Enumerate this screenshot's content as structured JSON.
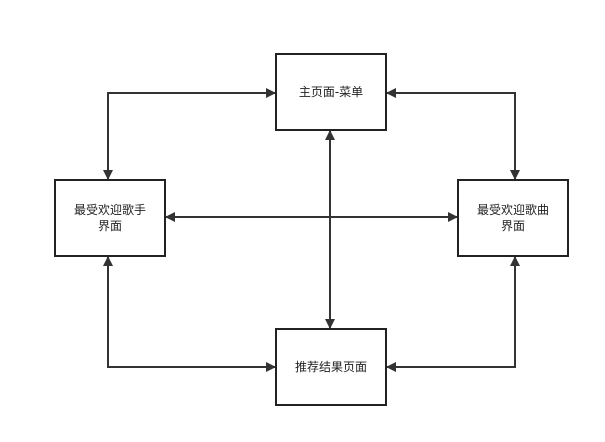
{
  "nodes": {
    "main_menu": {
      "label": "主页面-菜单"
    },
    "popular_singers": {
      "label": "最受欢迎歌手\n界面"
    },
    "popular_songs": {
      "label": "最受欢迎歌曲\n界面"
    },
    "recommendation_results": {
      "label": "推荐结果页面"
    }
  },
  "edges": [
    {
      "from": "main_menu",
      "to": "popular_singers",
      "direction": "bidirectional"
    },
    {
      "from": "main_menu",
      "to": "popular_songs",
      "direction": "bidirectional"
    },
    {
      "from": "main_menu",
      "to": "recommendation_results",
      "direction": "bidirectional"
    },
    {
      "from": "popular_singers",
      "to": "popular_songs",
      "direction": "bidirectional"
    },
    {
      "from": "popular_singers",
      "to": "recommendation_results",
      "direction": "bidirectional"
    },
    {
      "from": "popular_songs",
      "to": "recommendation_results",
      "direction": "bidirectional"
    }
  ],
  "colors": {
    "stroke": "#333333",
    "box_border": "#222222",
    "background": "#ffffff"
  }
}
